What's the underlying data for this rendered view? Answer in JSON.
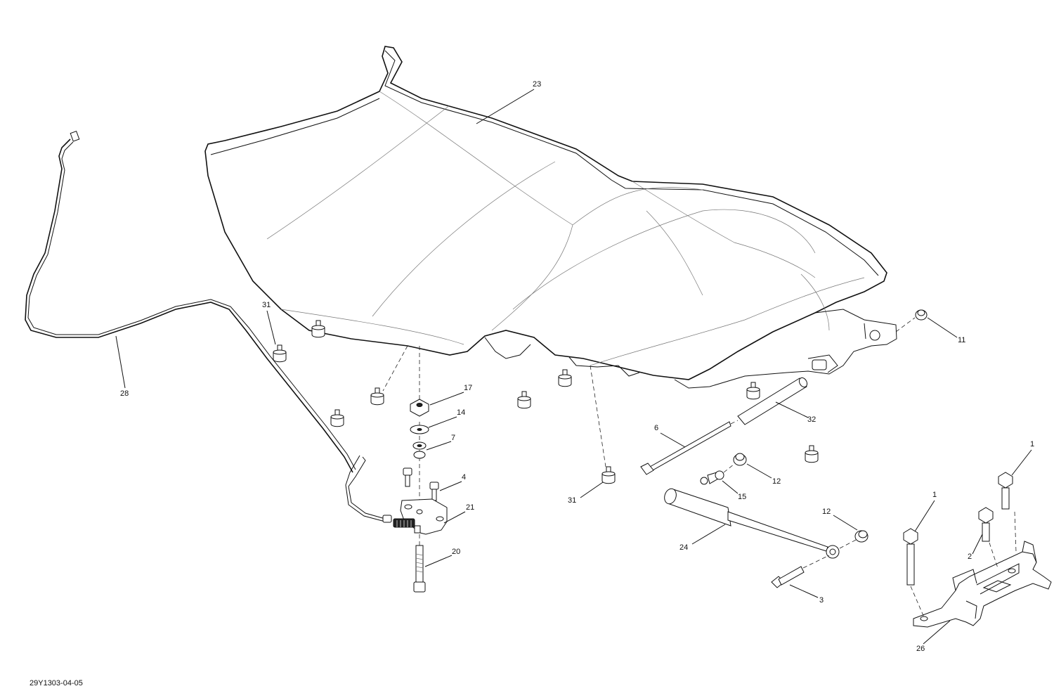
{
  "diagram": {
    "drawing_code": "29Y1303-04-05",
    "callouts": {
      "seat": "23",
      "cable": "28",
      "bumper_left": "31",
      "bumper_right": "31",
      "nut_end": "11",
      "nut_lock": "17",
      "washer_flat": "14",
      "washer_spring": "7",
      "screw_short": "4",
      "latch": "21",
      "stud": "20",
      "rod": "6",
      "sleeve": "32",
      "nut_flange_a": "12",
      "nut_flange_b": "12",
      "ball_stud": "15",
      "gas_spring": "24",
      "bolt_gas": "3",
      "bolt_bracket_a": "1",
      "bolt_bracket_b": "1",
      "screw_bracket": "2",
      "bracket": "26"
    }
  }
}
